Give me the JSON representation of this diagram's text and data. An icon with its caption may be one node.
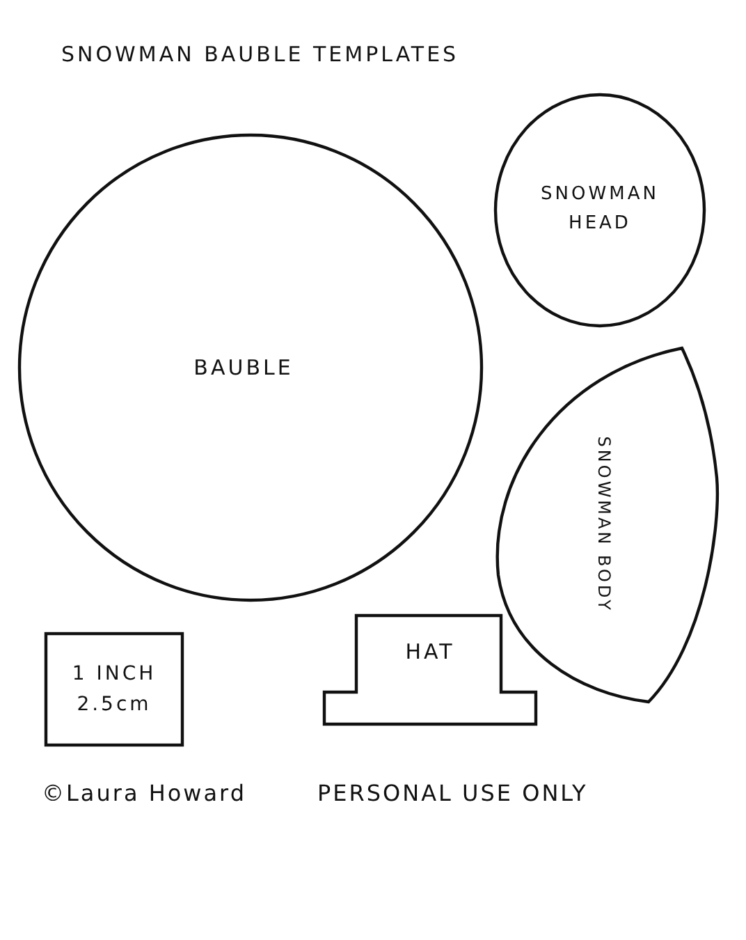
{
  "diagram": {
    "title": "SNOWMAN BAUBLE TEMPLATES",
    "nodes": [
      {
        "text": [
          "BAUBLE"
        ]
      },
      {
        "text": [
          "SNOWMAN HEAD"
        ]
      },
      {
        "text": [
          "SNOWMAN BODY"
        ]
      },
      {
        "text": [
          "1 INCH 2.5cm"
        ]
      },
      {
        "text": [
          "HAT"
        ]
      }
    ],
    "labels": [
      "©Laura Howard",
      "PERSONAL USE ONLY"
    ]
  }
}
